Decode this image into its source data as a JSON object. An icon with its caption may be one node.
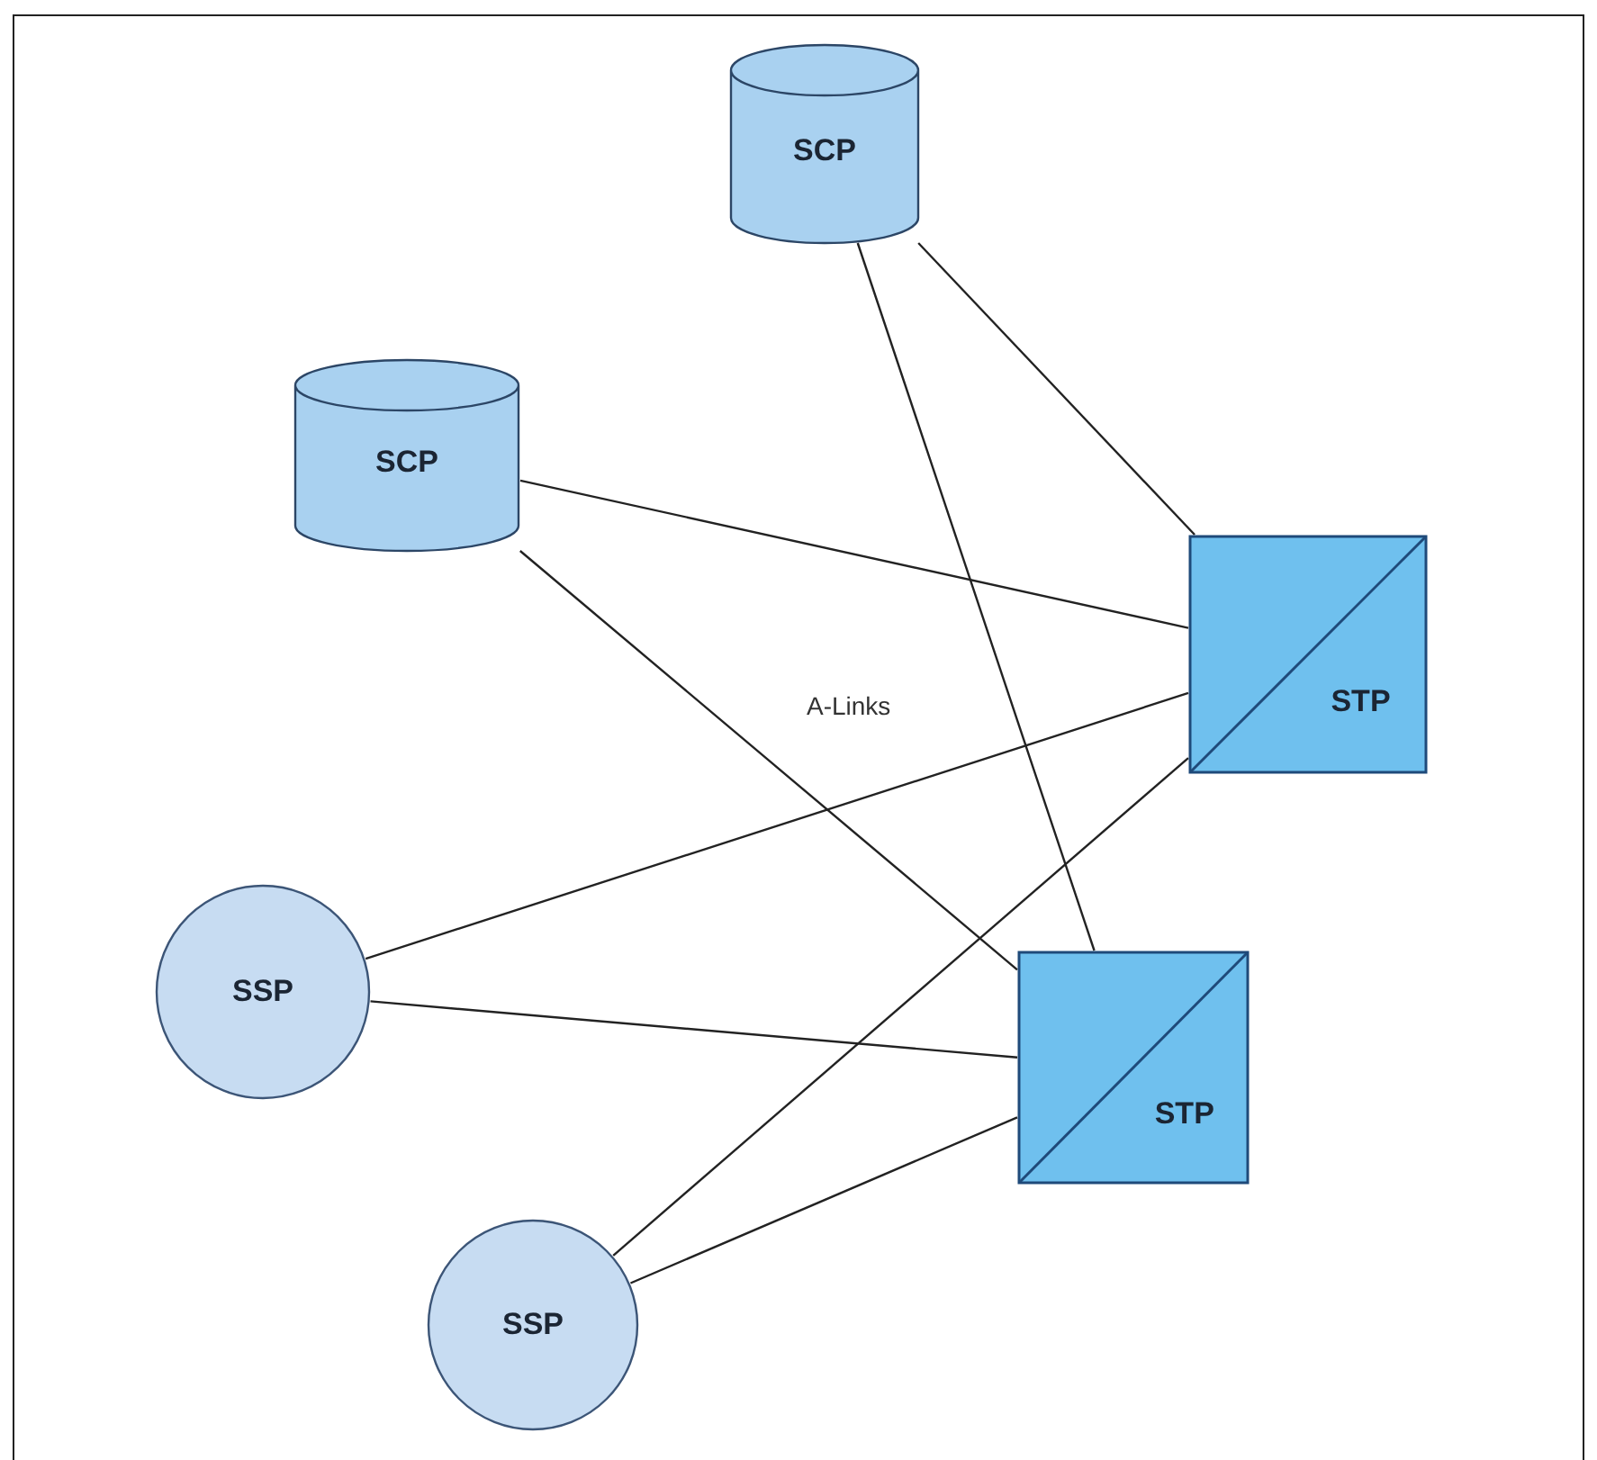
{
  "diagram": {
    "nodes": [
      {
        "text": [
          "SCP"
        ]
      },
      {
        "text": [
          "SCP"
        ]
      },
      {
        "text": [
          "STP"
        ]
      },
      {
        "text": [
          "SSP"
        ]
      },
      {
        "text": [
          "STP"
        ]
      },
      {
        "text": [
          "SSP"
        ]
      }
    ],
    "edges": [
      {
        "from": 0,
        "to": 2,
        "arrow": "none"
      },
      {
        "from": 0,
        "to": 4,
        "arrow": "none"
      },
      {
        "from": 1,
        "to": 2,
        "arrow": "none"
      },
      {
        "from": 1,
        "to": 4,
        "arrow": "none"
      },
      {
        "from": 3,
        "to": 2,
        "arrow": "none"
      },
      {
        "from": 3,
        "to": 4,
        "arrow": "none"
      },
      {
        "from": 5,
        "to": 2,
        "arrow": "none"
      },
      {
        "from": 5,
        "to": 4,
        "arrow": "none"
      }
    ],
    "labels": [
      "A-Links"
    ]
  }
}
